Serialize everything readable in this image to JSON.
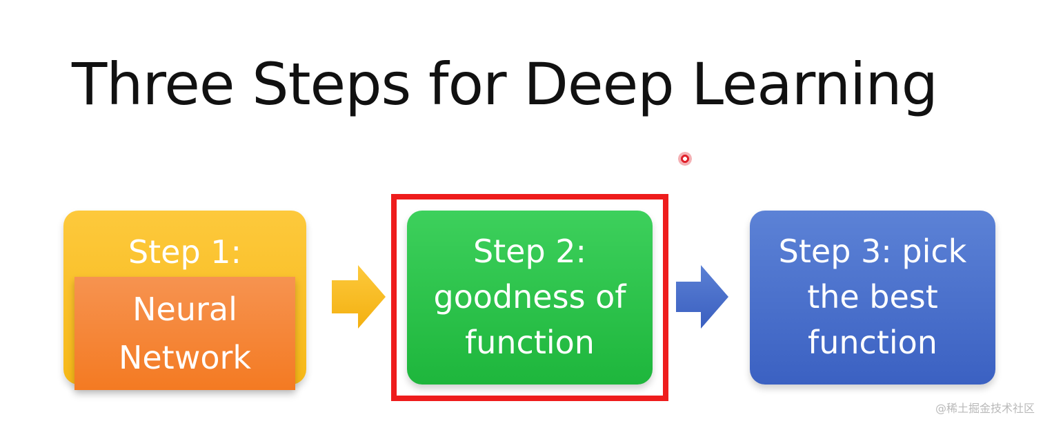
{
  "title": "Three Steps for Deep Learning",
  "step1": {
    "heading": "Step 1:",
    "sub_lines": [
      "Neural",
      "Network"
    ]
  },
  "step2": {
    "lines": [
      "Step 2:",
      "goodness of",
      "function"
    ]
  },
  "step3": {
    "lines": [
      "Step 3: pick",
      "the best",
      "function"
    ]
  },
  "watermark": "@稀土掘金技术社区",
  "colors": {
    "step1": "#f8bd20",
    "step1_sub": "#f5822f",
    "step2": "#26bc44",
    "step3": "#4a70cb",
    "highlight": "#ee1c1c",
    "arrow1": "#f8bd20",
    "arrow2": "#4a70cb"
  },
  "icons": {
    "arrow1": "right-arrow-icon",
    "arrow2": "right-arrow-icon",
    "pointer": "laser-pointer-icon"
  }
}
